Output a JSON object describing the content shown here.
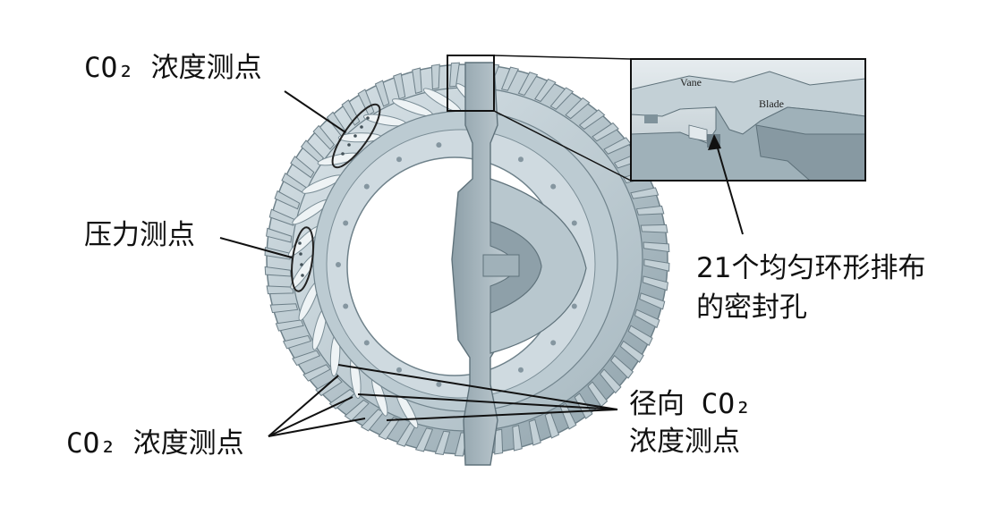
{
  "labels": {
    "co2_top": "CO₂ 浓度测点",
    "pressure": "压力测点",
    "co2_bottom": "CO₂ 浓度测点",
    "radial_line1": "径向 CO₂",
    "radial_line2": "浓度测点",
    "seal_line1": "21个均匀环形排布",
    "seal_line2": "的密封孔"
  },
  "zoom_inset": {
    "vane_label": "Vane",
    "blade_label": "Blade"
  },
  "colors": {
    "metal_light": "#c9d6dc",
    "metal_mid": "#a9b9c1",
    "metal_dark": "#7f929b",
    "outline": "#222222"
  }
}
